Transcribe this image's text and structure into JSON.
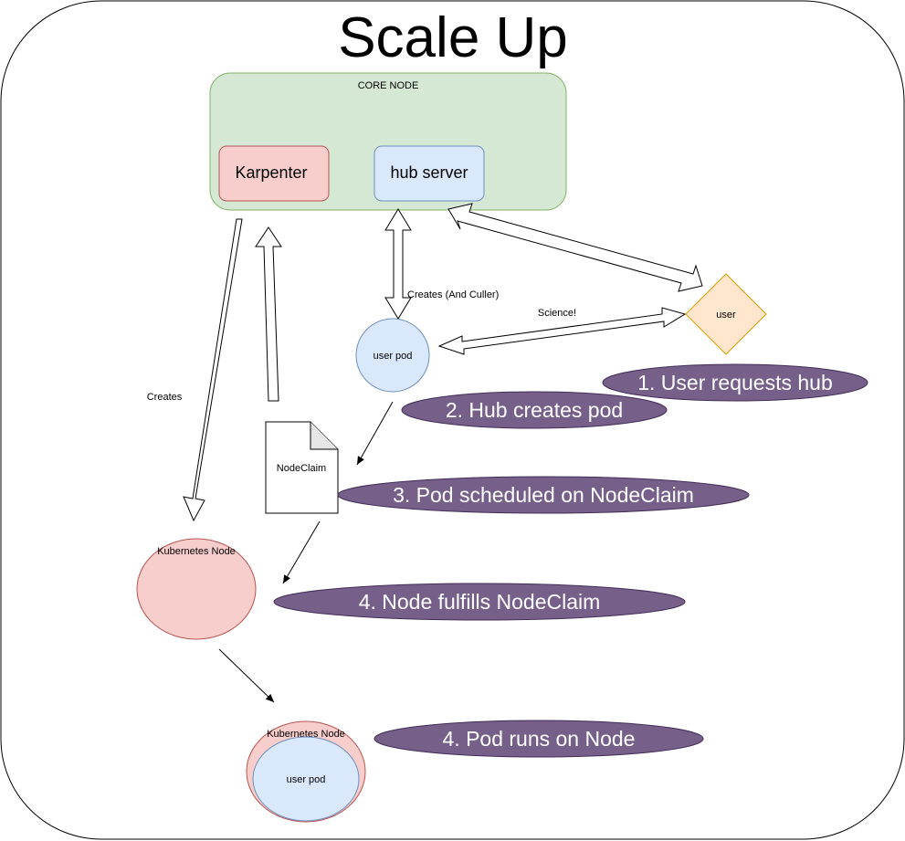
{
  "title": "Scale Up",
  "core_node": {
    "label": "CORE NODE",
    "karpenter": "Karpenter",
    "hub_server": "hub server"
  },
  "user": "user",
  "user_pod": "user pod",
  "nodeclaim": "NodeClaim",
  "kubernetes_node": "Kubernetes Node",
  "final_node": {
    "label": "Kubernetes Node",
    "pod": "user pod"
  },
  "edge_labels": {
    "creates_and_culler": "Creates (And Culler)",
    "science": "Science!",
    "creates": "Creates"
  },
  "steps": [
    "1. User requests hub",
    "2. Hub creates pod",
    "3. Pod scheduled on NodeClaim",
    "4. Node fulfills NodeClaim",
    "4. Pod runs on Node"
  ],
  "colors": {
    "core_fill": "#d5e8d4",
    "core_stroke": "#82b366",
    "red_fill": "#f8cecc",
    "red_stroke": "#b85450",
    "blue_fill": "#dae8fc",
    "blue_stroke": "#6c8ebf",
    "user_fill": "#ffe6cc",
    "user_stroke": "#d79b00",
    "step_fill": "#76608a",
    "step_stroke": "#432d57"
  }
}
